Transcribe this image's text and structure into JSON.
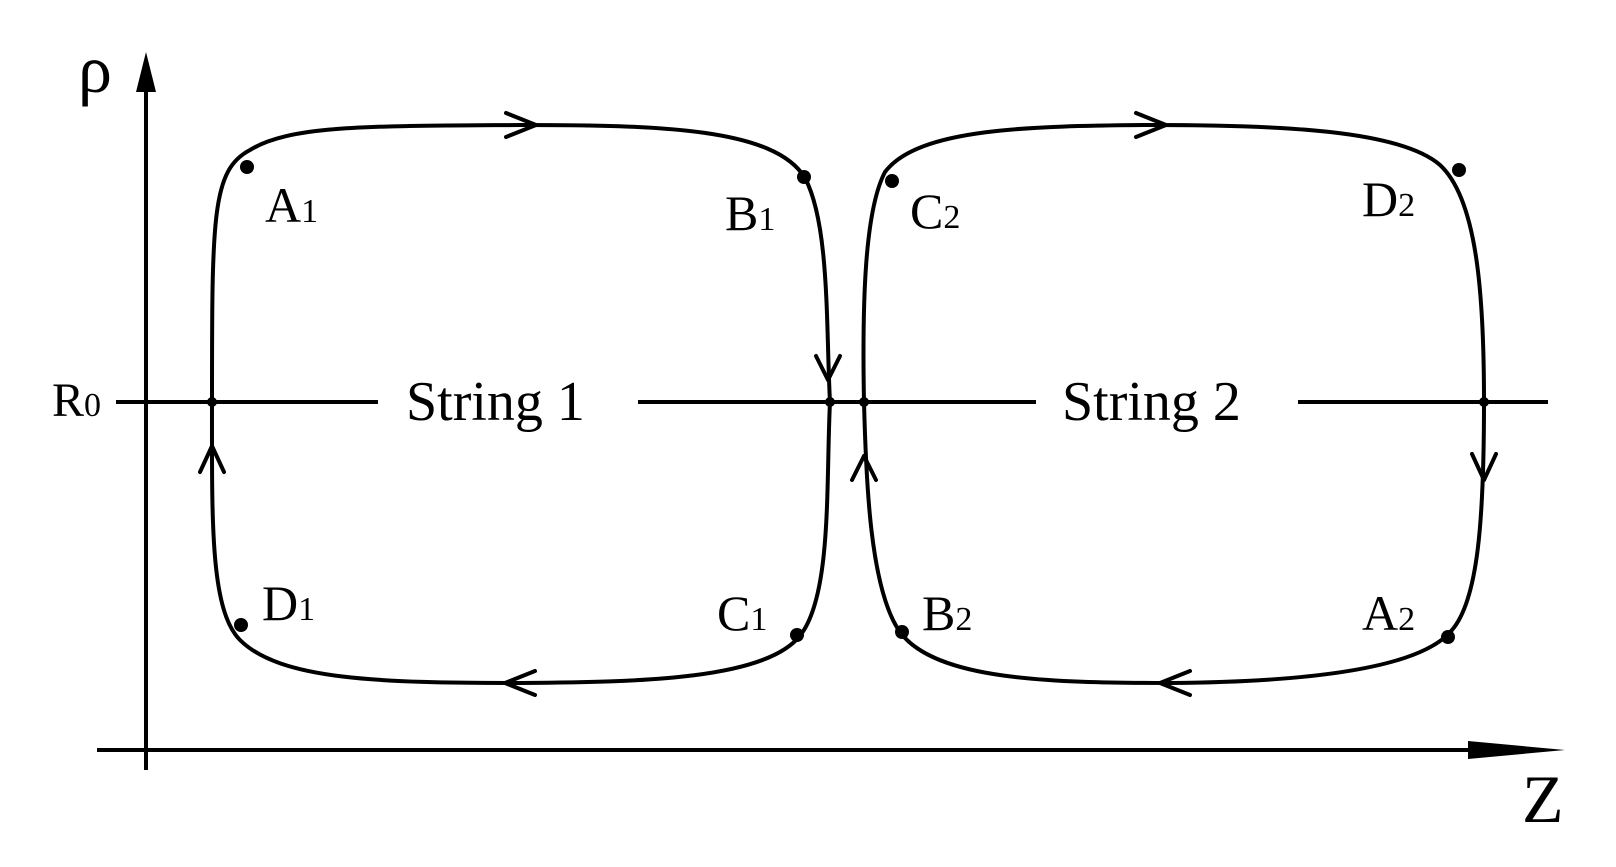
{
  "axes": {
    "y_symbol": "ρ",
    "x_symbol": "Z",
    "r0_main": "R",
    "r0_sub": "0"
  },
  "strings": [
    {
      "label": "String 1",
      "points": [
        {
          "main": "A",
          "sub": "1"
        },
        {
          "main": "B",
          "sub": "1"
        },
        {
          "main": "C",
          "sub": "1"
        },
        {
          "main": "D",
          "sub": "1"
        }
      ]
    },
    {
      "label": "String 2",
      "points": [
        {
          "main": "A",
          "sub": "2"
        },
        {
          "main": "B",
          "sub": "2"
        },
        {
          "main": "C",
          "sub": "2"
        },
        {
          "main": "D",
          "sub": "2"
        }
      ]
    }
  ]
}
